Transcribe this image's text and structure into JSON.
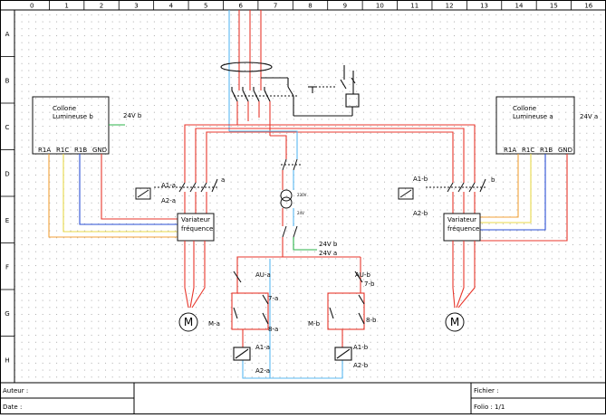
{
  "columns": [
    "0",
    "1",
    "2",
    "3",
    "4",
    "5",
    "6",
    "7",
    "8",
    "9",
    "10",
    "11",
    "12",
    "13",
    "14",
    "15",
    "16"
  ],
  "rows": [
    "A",
    "B",
    "C",
    "D",
    "E",
    "F",
    "G",
    "H"
  ],
  "colors": {
    "red": "#e8372c",
    "blue": "#2a4fd6",
    "light_blue": "#58b8f2",
    "orange": "#f3a23a",
    "yellow": "#e8d84a",
    "green": "#2bb34a",
    "black": "#111111",
    "grid_dot": "#9a9a9a"
  },
  "columns_box_b": {
    "line1": "Collone",
    "line2": "Lumineuse b",
    "terminals": [
      "R1A",
      "R1C",
      "R1B",
      "GND"
    ],
    "supply": "24V b"
  },
  "columns_box_a": {
    "line1": "Collone",
    "line2": "Lumineuse a",
    "terminals": [
      "R1A",
      "R1C",
      "R1B",
      "GND"
    ],
    "supply": "24V a"
  },
  "vfd_a": {
    "line1": "Variateur",
    "line2": "fréquence"
  },
  "vfd_b": {
    "line1": "Variateur",
    "line2": "fréquence"
  },
  "labels": {
    "a1a_top": "A1-a",
    "a2a_top": "A2-a",
    "contact_a": "a",
    "a1b_top": "A1-b",
    "a2b_top": "A2-b",
    "contact_b": "b",
    "v24b": "24V b",
    "v24a": "24V a",
    "trans_primary": "230V",
    "trans_secondary": "24V",
    "au_a": "AU-a",
    "k7a": "7-a",
    "m_a": "M-a",
    "k8a": "8-a",
    "au_b": "AU-b",
    "k7b": "7-b",
    "m_b": "M-b",
    "k8b": "8-b",
    "a1a_bottom": "A1-a",
    "a2a_bottom": "A2-a",
    "a1b_bottom": "A1-b",
    "a2b_bottom": "A2-b",
    "motor": "M"
  },
  "title_block": {
    "author_label": "Auteur :",
    "date_label": "Date :",
    "file_label": "Fichier :",
    "folio_label": "Folio : 1/1"
  }
}
